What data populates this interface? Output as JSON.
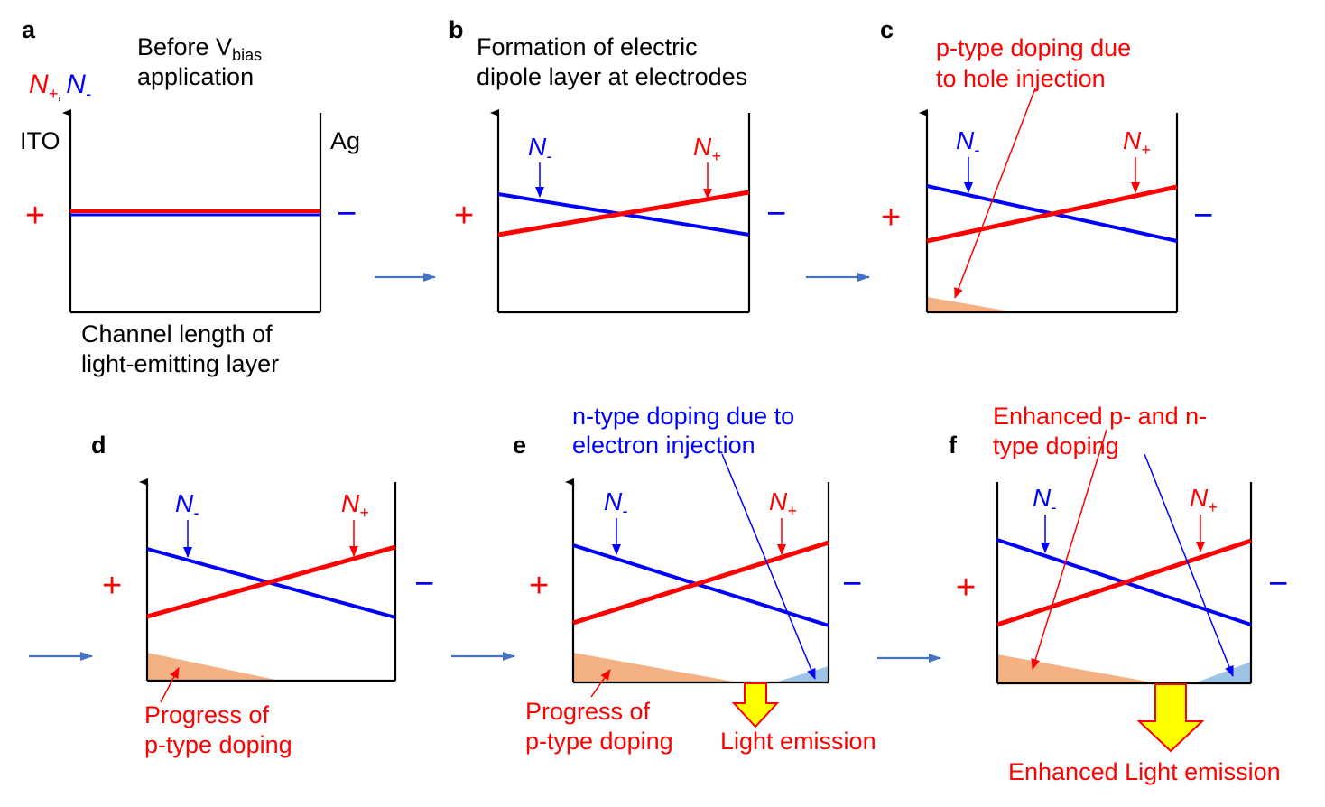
{
  "panels": [
    {
      "letter": "a",
      "title_line1": "Before V",
      "title_sub": "bias",
      "title_line2": "application",
      "legend_pos": "N",
      "legend_pos_sub": "+",
      "legend_comma": ",",
      "legend_neg": "N",
      "legend_neg_sub": "-",
      "left_electrode": "ITO",
      "right_electrode": "Ag",
      "plus": "+",
      "minus": "−",
      "xaxis_line1": "Channel length of",
      "xaxis_line2": "light-emitting layer"
    },
    {
      "letter": "b",
      "title_line1": "Formation of electric",
      "title_line2": "dipole layer at electrodes",
      "n_minus": "N",
      "n_minus_sub": "-",
      "n_plus": "N",
      "n_plus_sub": "+",
      "plus": "+",
      "minus": "−"
    },
    {
      "letter": "c",
      "annotation_line1": "p-type doping due",
      "annotation_line2": "to hole injection",
      "n_minus": "N",
      "n_minus_sub": "-",
      "n_plus": "N",
      "n_plus_sub": "+",
      "plus": "+",
      "minus": "−"
    },
    {
      "letter": "d",
      "n_minus": "N",
      "n_minus_sub": "-",
      "n_plus": "N",
      "n_plus_sub": "+",
      "plus": "+",
      "minus": "−",
      "bottom_line1": "Progress of",
      "bottom_line2": "p-type doping"
    },
    {
      "letter": "e",
      "annotation_line1": "n-type doping due to",
      "annotation_line2": "electron injection",
      "n_minus": "N",
      "n_minus_sub": "-",
      "n_plus": "N",
      "n_plus_sub": "+",
      "plus": "+",
      "minus": "−",
      "bottom_line1": "Progress of",
      "bottom_line2": "p-type doping",
      "emission": "Light emission"
    },
    {
      "letter": "f",
      "annotation_line1": "Enhanced p- and n-",
      "annotation_line2": "type doping",
      "n_minus": "N",
      "n_minus_sub": "-",
      "n_plus": "N",
      "n_plus_sub": "+",
      "plus": "+",
      "minus": "−",
      "emission": "Enhanced Light emission"
    }
  ],
  "colors": {
    "n_plus": "#ff0000",
    "n_minus": "#0000ff",
    "p_doping_fill": "#f4b183",
    "n_doping_fill": "#9dc3e6",
    "transition_arrow": "#4472c4",
    "emission_arrow_fill": "#ffff00",
    "emission_arrow_stroke": "#ff0000"
  }
}
